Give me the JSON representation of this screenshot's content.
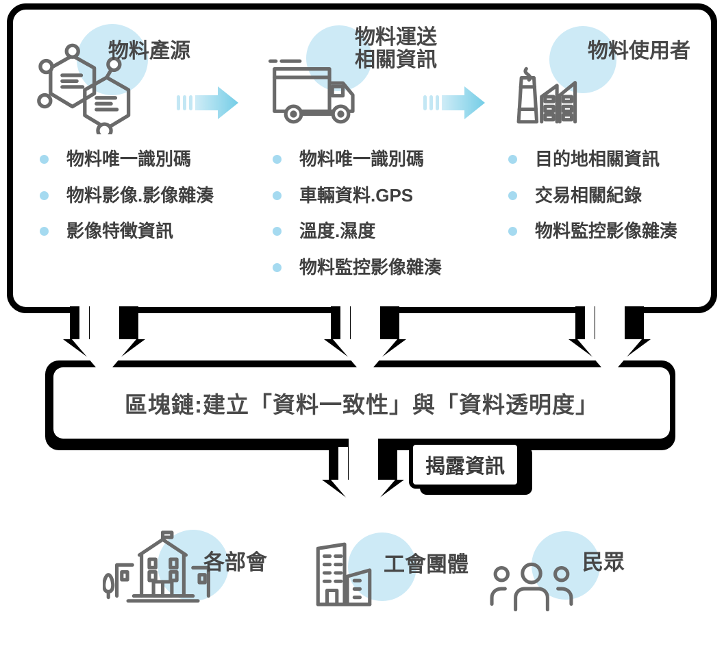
{
  "colors": {
    "accent_blue": "#74cde6",
    "accent_blue_light": "#cfecf7",
    "soft_circle_blue": "#cdeaf6",
    "bullet_dot_blue": "#a5daf0",
    "icon_gray": "#6a6a6a",
    "text_dark": "#474747",
    "black": "#000000"
  },
  "top_panel": {
    "columns": [
      {
        "icon": "molecule-icon",
        "title_lines": [
          "物料產源"
        ],
        "items": [
          "物料唯一識別碼",
          "物料影像.影像雜湊",
          "影像特徵資訊"
        ]
      },
      {
        "icon": "truck-icon",
        "title_lines": [
          "物料運送",
          "相關資訊"
        ],
        "items": [
          "物料唯一識別碼",
          "車輛資料.GPS",
          "溫度.濕度",
          "物料監控影像雜湊"
        ]
      },
      {
        "icon": "factory-icon",
        "title_lines": [
          "物料使用者"
        ],
        "items": [
          "目的地相關資訊",
          "交易相關紀錄",
          "物料監控影像雜湊"
        ]
      }
    ]
  },
  "blockchain_bar": {
    "label": "區塊鏈:建立「資料一致性」與「資料透明度」"
  },
  "disclosure_label": {
    "text": "揭露資訊"
  },
  "bottom_row": {
    "groups": [
      {
        "icon": "government-building-icon",
        "label": "各部會"
      },
      {
        "icon": "office-buildings-icon",
        "label": "工會團體"
      },
      {
        "icon": "people-icon",
        "label": "民眾"
      }
    ]
  }
}
